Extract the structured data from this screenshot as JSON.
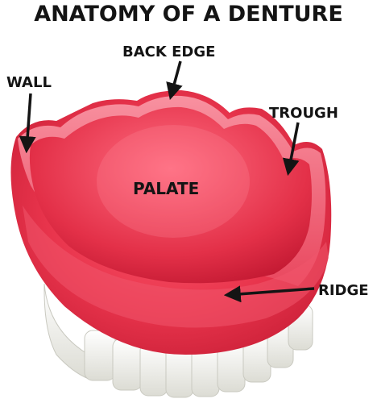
{
  "title": "ANATOMY OF A DENTURE",
  "labels": {
    "back_edge": "BACK EDGE",
    "wall": "WALL",
    "trough": "TROUGH",
    "palate": "PALATE",
    "ridge": "RIDGE"
  },
  "colors": {
    "gum": "#e8344c",
    "gum_dark": "#c81e36",
    "gum_light": "#f57a8c",
    "teeth": "#f4f4ef",
    "text": "#141414"
  }
}
